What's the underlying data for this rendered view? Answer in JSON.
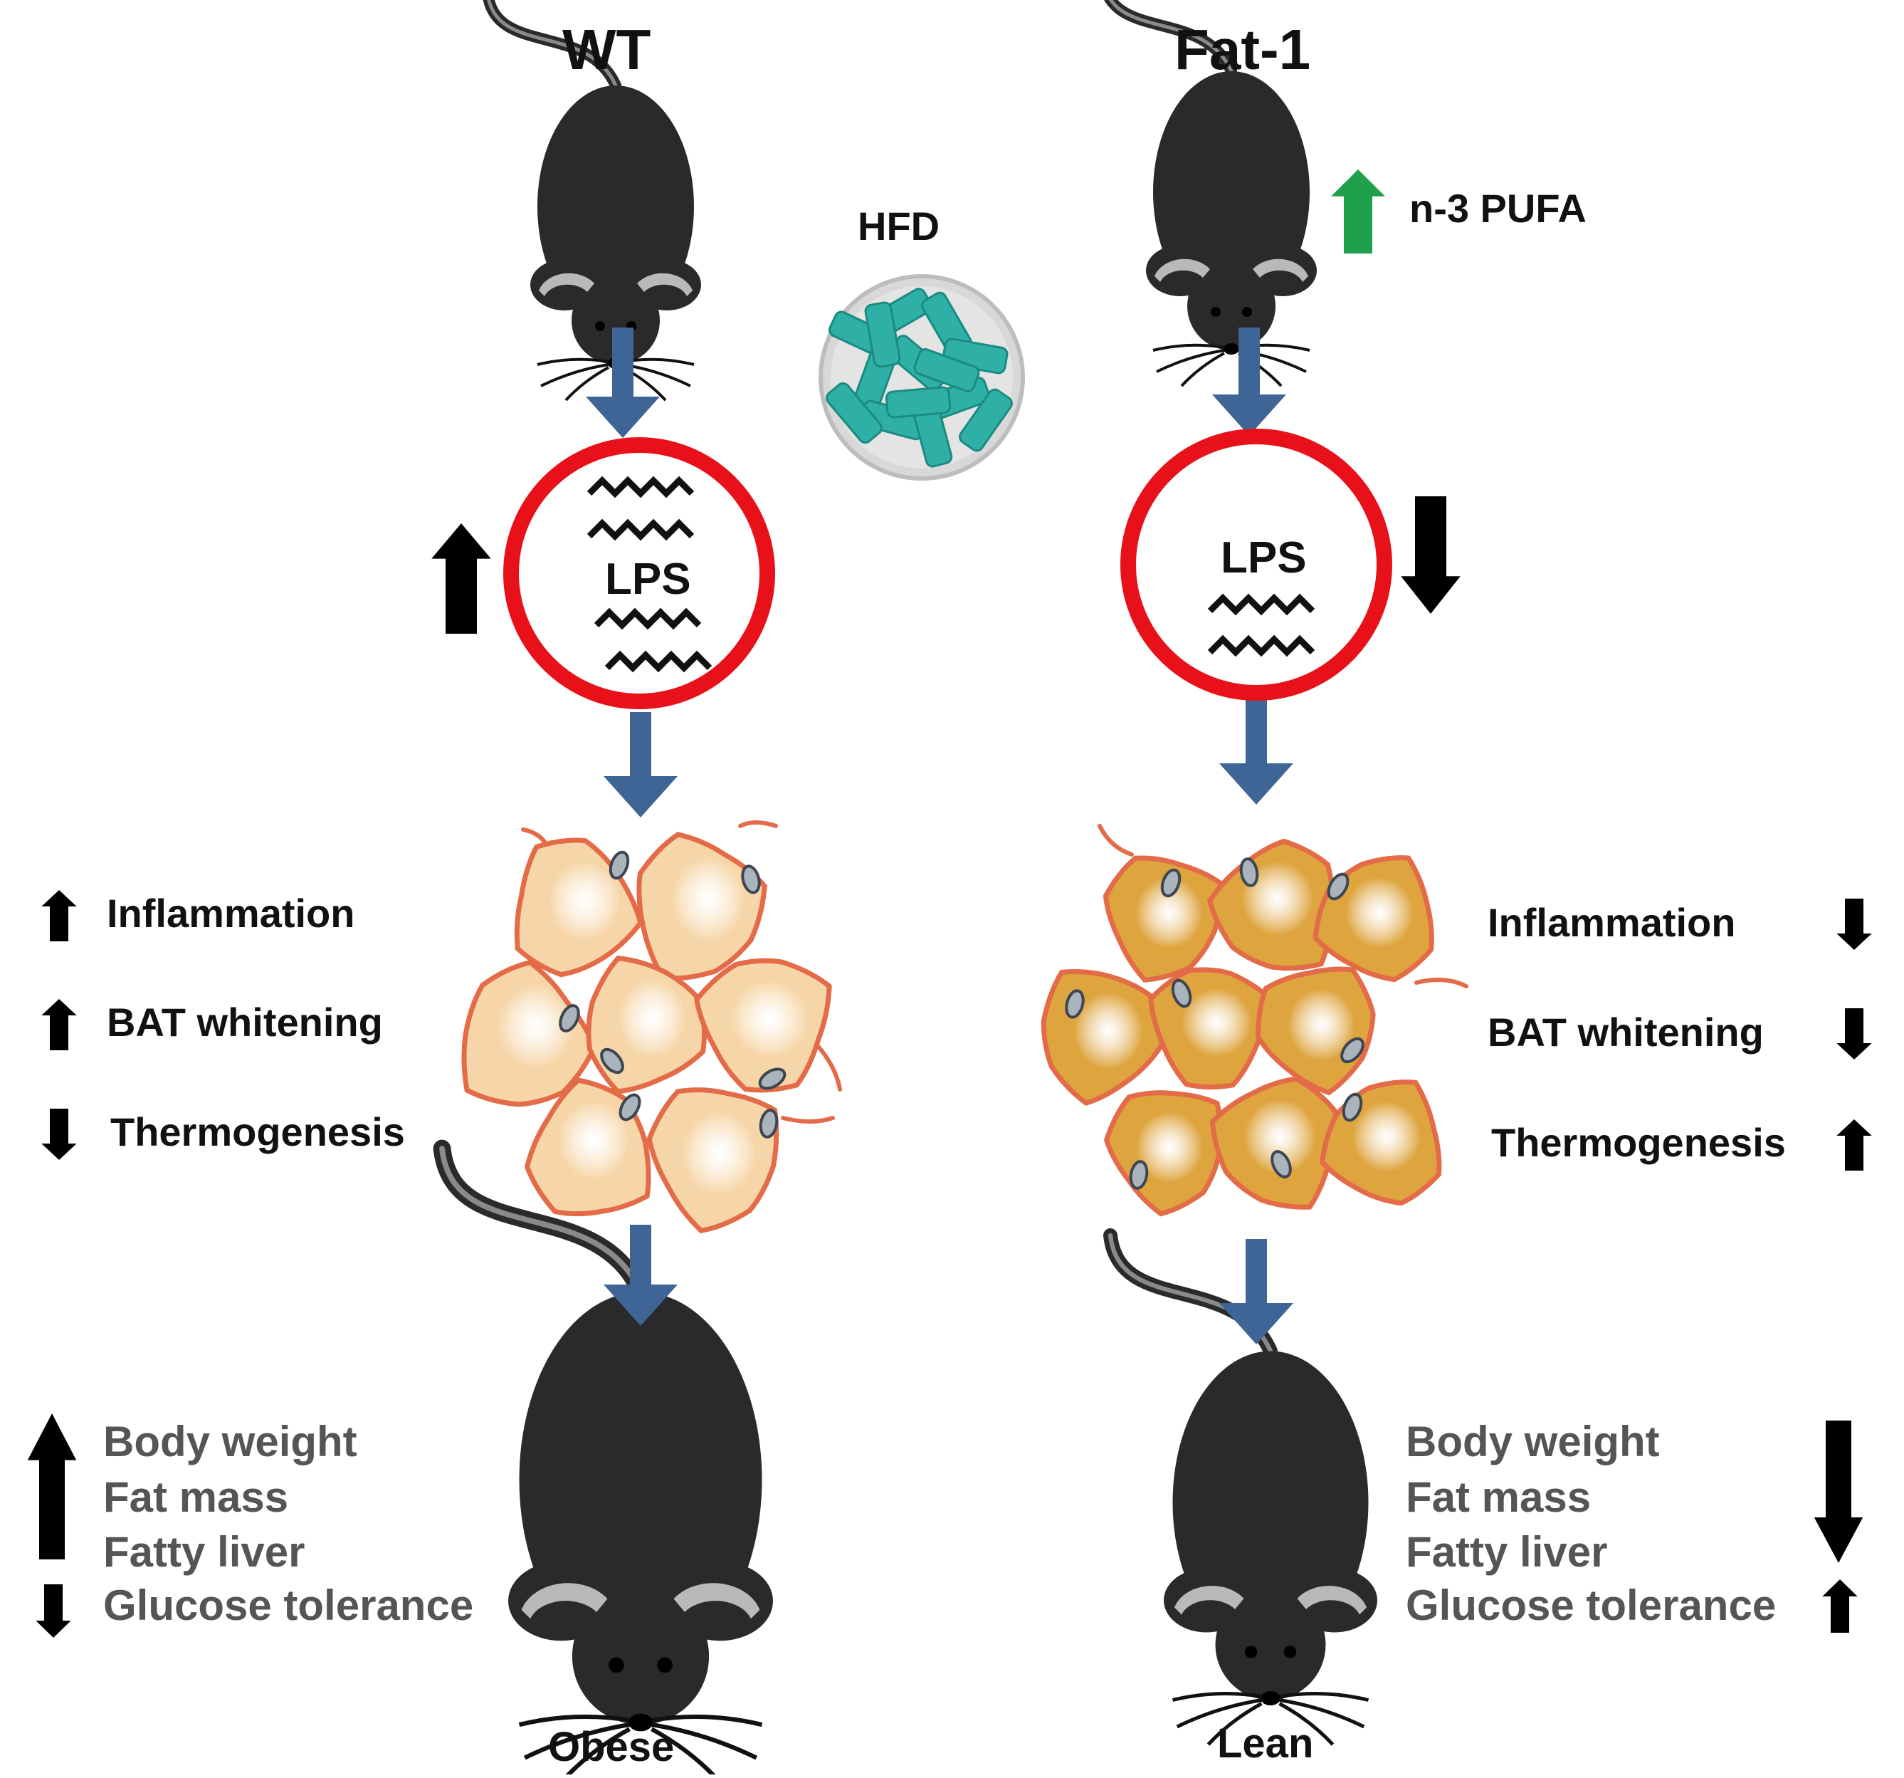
{
  "groups": {
    "wt": {
      "title": "WT",
      "lps_label": "LPS",
      "lps_change": "up",
      "effects": [
        {
          "label": "Inflammation",
          "direction": "up"
        },
        {
          "label": "BAT whitening",
          "direction": "up"
        },
        {
          "label": "Thermogenesis",
          "direction": "down"
        }
      ],
      "outcomes": [
        "Body weight",
        "Fat mass",
        "Fatty liver",
        "Glucose tolerance"
      ],
      "outcome_directions": {
        "first_three": "up",
        "last": "down"
      },
      "result": "Obese"
    },
    "fat1": {
      "title": "Fat-1",
      "pufa_label": "n-3 PUFA",
      "pufa_change": "up",
      "lps_label": "LPS",
      "lps_change": "down",
      "effects": [
        {
          "label": "Inflammation",
          "direction": "down"
        },
        {
          "label": "BAT whitening",
          "direction": "down"
        },
        {
          "label": "Thermogenesis",
          "direction": "up"
        }
      ],
      "outcomes": [
        "Body weight",
        "Fat mass",
        "Fatty liver",
        "Glucose tolerance"
      ],
      "outcome_directions": {
        "first_three": "down",
        "last": "up"
      },
      "result": "Lean"
    }
  },
  "diet": {
    "label": "HFD",
    "icon": "hfd-pellet-dish-icon"
  },
  "icons": [
    "mouse-icon",
    "gut-circle-icon",
    "lps-wave-icon",
    "adipocyte-cluster-icon",
    "flow-arrow-icon",
    "up-arrow-icon",
    "down-arrow-icon"
  ],
  "colors": {
    "flow_arrow": "#3f6496",
    "lps_ring": "#e8111a",
    "pufa_arrow": "#1fa04b",
    "wt_fat": "#f6d6a8",
    "fat1_fat": "#dea43e",
    "cell_border": "#e46b48",
    "mouse_body": "#2a2a2a",
    "ear_inner": "#9a9a9a",
    "pellet": "#2fb0a6",
    "outcome_text": "#555555"
  }
}
